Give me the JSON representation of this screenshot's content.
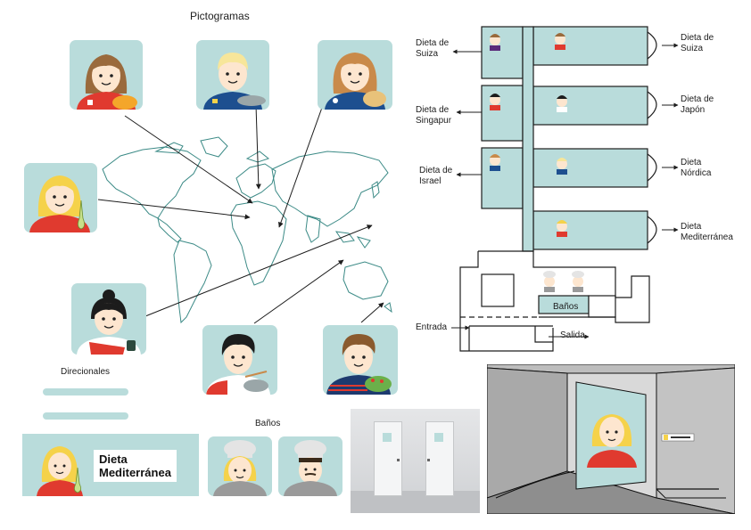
{
  "title": "Pictogramas",
  "sections": {
    "direcionales": "Direcionales",
    "banos": "Baños"
  },
  "banner": {
    "line1": "Dieta",
    "line2": "Mediterránea"
  },
  "plan": {
    "left_labels": [
      {
        "line1": "Dieta de",
        "line2": "Suiza"
      },
      {
        "line1": "Dieta de",
        "line2": "Singapur"
      },
      {
        "line1": "Dieta de",
        "line2": "Israel"
      }
    ],
    "right_labels": [
      {
        "line1": "Dieta de",
        "line2": "Suiza"
      },
      {
        "line1": "Dieta de",
        "line2": "Japón"
      },
      {
        "line1": "Dieta",
        "line2": "Nórdica"
      },
      {
        "line1": "Dieta",
        "line2": "Mediterránea"
      }
    ],
    "banos": "Baños",
    "entrada": "Entrada",
    "salida": "Salida"
  },
  "colors": {
    "tile": "#b9dcdb",
    "map_stroke": "#3b8a86",
    "shirt_red": "#e03a2f",
    "shirt_blue": "#1d4f8f",
    "hair_blonde": "#f5d24a",
    "hair_brown": "#9a6a3c",
    "hair_black": "#1c1c1c",
    "wall_gray": "#a9a9a9"
  },
  "icons": [
    "person-swiss",
    "person-swedish",
    "person-israeli",
    "person-mediterranean",
    "person-singapore",
    "person-japanese",
    "person-korean",
    "chef-woman",
    "chef-man"
  ]
}
